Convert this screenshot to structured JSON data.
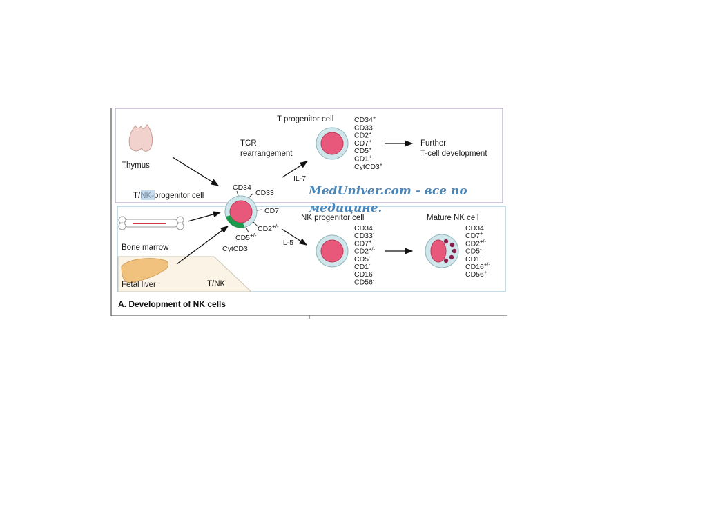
{
  "organs": {
    "thymus": "Thymus",
    "bone_marrow": "Bone marrow",
    "fetal_liver": "Fetal liver",
    "tnk": "T/NK"
  },
  "progenitor": {
    "label_prefix": "T/",
    "label_highlight": "NK",
    "label_suffix": "-progenitor cell",
    "markers": {
      "cd34": "CD34",
      "cd33": "CD33",
      "cd7": "CD7",
      "cd2": "CD2",
      "cd2_sup": "+/-",
      "cd5": "CD5",
      "cd5_sup": "+/-",
      "cytcd3": "CytCD3"
    }
  },
  "t_branch": {
    "tcr_line1": "TCR",
    "tcr_line2": "rearrangement",
    "cytokine": "IL-7",
    "cell_label": "T progenitor cell",
    "markers": [
      {
        "base": "CD34",
        "sup": "+"
      },
      {
        "base": "CD33",
        "sup": "-"
      },
      {
        "base": "CD2",
        "sup": "+"
      },
      {
        "base": "CD7",
        "sup": "+"
      },
      {
        "base": "CD5",
        "sup": "+"
      },
      {
        "base": "CD1",
        "sup": "+"
      },
      {
        "base": "CytCD3",
        "sup": "+"
      }
    ],
    "further_line1": "Further",
    "further_line2": "T-cell development"
  },
  "nk_branch": {
    "cytokine": "IL-5",
    "progenitor_label": "NK progenitor cell",
    "progenitor_markers": [
      {
        "base": "CD34",
        "sup": "-"
      },
      {
        "base": "CD33",
        "sup": "-"
      },
      {
        "base": "CD7",
        "sup": "+"
      },
      {
        "base": "CD2",
        "sup": "+/-"
      },
      {
        "base": "CD5",
        "sup": "-"
      },
      {
        "base": "CD1",
        "sup": "-"
      },
      {
        "base": "CD16",
        "sup": "-"
      },
      {
        "base": "CD56",
        "sup": "-"
      }
    ],
    "mature_label": "Mature NK cell",
    "mature_markers": [
      {
        "base": "CD34",
        "sup": "-"
      },
      {
        "base": "CD7",
        "sup": "+"
      },
      {
        "base": "CD2",
        "sup": "+/-"
      },
      {
        "base": "CD5",
        "sup": "-"
      },
      {
        "base": "CD1",
        "sup": "-"
      },
      {
        "base": "CD16",
        "sup": "+/-"
      },
      {
        "base": "CD56",
        "sup": "+"
      }
    ]
  },
  "watermark": {
    "line1": "MedUniver.com - все по",
    "line2": "медицине."
  },
  "caption": "A. Development of NK cells",
  "colors": {
    "frame": "#b8a6c8",
    "lower_frame": "#9cc4d4",
    "cell_fill": "#e8587a",
    "cell_ring": "#cfe6ea",
    "granule": "#8a1c4a",
    "liver": "#f0c27e",
    "thymus": "#f2d2cc",
    "cytcd3_arc": "#1a9a4a"
  }
}
